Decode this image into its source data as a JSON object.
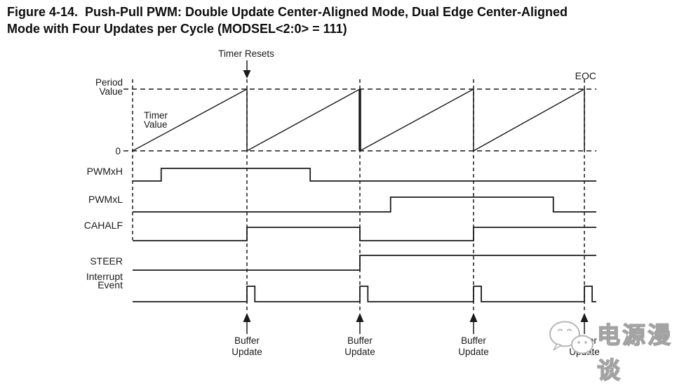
{
  "title": {
    "line1": "Figure 4-14.  Push-Pull PWM: Double Update Center-Aligned Mode, Dual Edge Center-Aligned",
    "line2": "Mode with Four Updates per Cycle (MODSEL<2:0> = 111)"
  },
  "diagram": {
    "timer": {
      "y_axis_top_label_lines": [
        "Period",
        "Value"
      ],
      "y_axis_bottom_label": "0",
      "curve_label_lines": [
        "Timer",
        "Value"
      ],
      "reset_annotation": "Timer Resets",
      "eoc_label": "EOC",
      "reset_times": [
        1,
        2,
        3,
        4
      ],
      "bold_reset_time": 2
    },
    "signals": [
      {
        "name": "PWMxH",
        "label_lines": [
          "PWMxH"
        ],
        "steps": [
          [
            0,
            0
          ],
          [
            0.25,
            1
          ],
          [
            1.56,
            0
          ]
        ]
      },
      {
        "name": "PWMxL",
        "label_lines": [
          "PWMxL"
        ],
        "steps": [
          [
            0,
            0
          ],
          [
            2.27,
            1
          ],
          [
            3.72,
            0
          ]
        ]
      },
      {
        "name": "CAHALF",
        "label_lines": [
          "CAHALF"
        ],
        "steps": [
          [
            0,
            0
          ],
          [
            1,
            1
          ],
          [
            2,
            0
          ],
          [
            3,
            1
          ]
        ]
      },
      {
        "name": "STEER",
        "label_lines": [
          "STEER"
        ],
        "steps": [
          [
            0,
            0
          ],
          [
            2,
            1
          ]
        ]
      },
      {
        "name": "Interrupt Event",
        "label_lines": [
          "Interrupt",
          "Event"
        ],
        "steps": [
          [
            0,
            0
          ],
          [
            1,
            1
          ],
          [
            1.07,
            0
          ],
          [
            2,
            1
          ],
          [
            2.07,
            0
          ],
          [
            3,
            1
          ],
          [
            3.07,
            0
          ],
          [
            4,
            1
          ],
          [
            4.07,
            0
          ]
        ]
      }
    ],
    "buffer_updates": {
      "label_lines": [
        "Buffer",
        "Update"
      ],
      "times": [
        1,
        2,
        3,
        4
      ]
    }
  },
  "watermark": {
    "text": "电源漫谈",
    "icon": "wechat-icon"
  },
  "colors": {
    "line": "#1a1a1a",
    "watermark": "#a3a3a3",
    "background": "#ffffff"
  }
}
